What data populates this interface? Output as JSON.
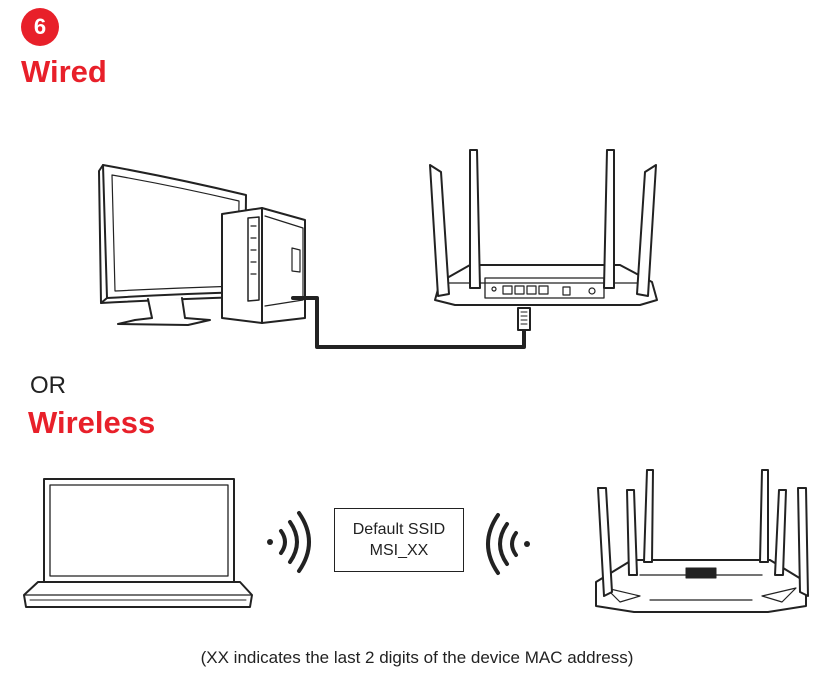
{
  "step": {
    "number": "6"
  },
  "wired": {
    "heading": "Wired"
  },
  "or_label": "OR",
  "wireless": {
    "heading": "Wireless",
    "ssid_line1": "Default SSID",
    "ssid_line2": "MSI_XX"
  },
  "footnote": "(XX indicates the last 2 digits of the device MAC address)",
  "colors": {
    "accent": "#e8202a",
    "line": "#222222"
  },
  "icons": [
    "desktop-monitor-icon",
    "pc-tower-icon",
    "ethernet-cable-icon",
    "router-back-icon",
    "laptop-icon",
    "wifi-signal-icon",
    "router-front-icon"
  ]
}
